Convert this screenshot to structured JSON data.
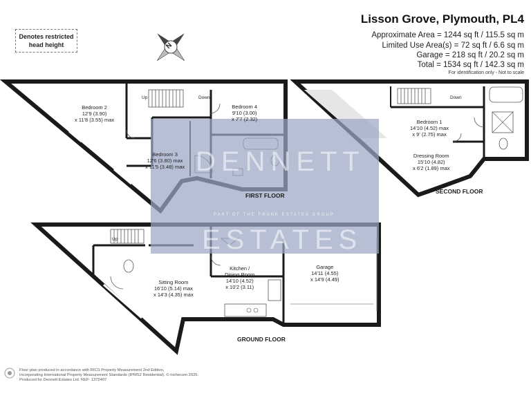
{
  "header": {
    "title": "Lisson Grove, Plymouth, PL4",
    "approx_area": "Approximate Area = 1244 sq ft / 115.5 sq m",
    "limited_use": "Limited Use Area(s) = 72 sq ft / 6.6 sq m",
    "garage": "Garage = 218 sq ft / 20.2 sq m",
    "total": "Total = 1534 sq ft / 142.3 sq m",
    "note": "For identification only - Not to scale"
  },
  "legend": {
    "line1": "Denotes restricted",
    "line2": "head height"
  },
  "compass": {
    "label": "N",
    "icon": "compass-icon"
  },
  "watermark": {
    "line1": "DENNETT",
    "line2": "ESTATES",
    "tagline": "PART OF THE FRANK ESTATES GROUP"
  },
  "first_floor": {
    "label": "FIRST FLOOR",
    "up": "Up",
    "down": "Down",
    "bedroom2": {
      "name": "Bedroom 2",
      "dim1": "12'9 (3.90)",
      "dim2": "x 11'8 (3.55) max"
    },
    "bedroom4": {
      "name": "Bedroom 4",
      "dim1": "9'10 (3.00)",
      "dim2": "x 7'7 (2.32)"
    },
    "bedroom3": {
      "name": "Bedroom 3",
      "dim1": "12'6 (3.80) max",
      "dim2": "x 11'5 (3.48)  max"
    }
  },
  "second_floor": {
    "label": "SECOND FLOOR",
    "down": "Down",
    "bedroom1": {
      "name": "Bedroom 1",
      "dim1": "14'10 (4.52) max",
      "dim2": "x 9' (2.75)  max"
    },
    "dressing": {
      "name": "Dressing Room",
      "dim1": "15'10 (4.82)",
      "dim2": "x 6'2 (1.89) max"
    }
  },
  "ground_floor": {
    "label": "GROUND FLOOR",
    "up": "Up",
    "sitting": {
      "name": "Sitting Room",
      "dim1": "16'10 (5.14) max",
      "dim2": "x 14'3 (4.35)  max"
    },
    "kitchen": {
      "name": "Kitchen /",
      "name2": "Dining Room",
      "dim1": "14'10 (4.52)",
      "dim2": "x 10'2 (3.11)"
    },
    "garage": {
      "name": "Garage",
      "dim1": "14'11 (4.55)",
      "dim2": "x 14'9 (4.49)"
    }
  },
  "footer": {
    "line1": "Floor plan produced in accordance with RICS Property Measurement 2nd Edition,",
    "line2": "Incorporating International Property Measurement Standards (IPMS2 Residential).  © nichecom 2025.",
    "line3": "Produced for Dennett Estates Ltd.   REF:  1372407"
  },
  "colors": {
    "wall": "#1a1a1a",
    "watermark_bg": "#9aa6c4",
    "restricted": "#cccccc"
  }
}
